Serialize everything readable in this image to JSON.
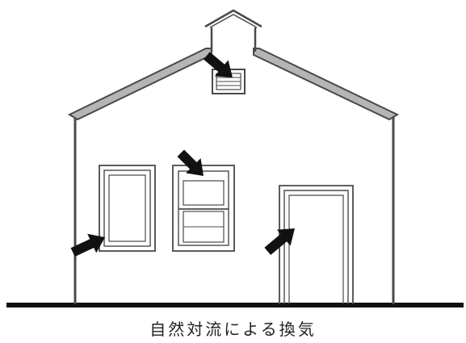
{
  "caption": "自然対流による換気",
  "colors": {
    "line": "#4a4a4a",
    "roof_fill": "#b5b5b5",
    "arrow": "#111111",
    "background": "#ffffff"
  },
  "elements": {
    "house": "gabled-house-outline",
    "roof_vent": "cupola",
    "gable_vent": "louvered-vent",
    "windows": [
      "casement-window",
      "double-hung-window"
    ],
    "door": "door",
    "arrows": [
      "air-inflow-window-left",
      "air-inflow-window-right-top",
      "air-inflow-door",
      "air-outflow-gable-vent"
    ]
  }
}
